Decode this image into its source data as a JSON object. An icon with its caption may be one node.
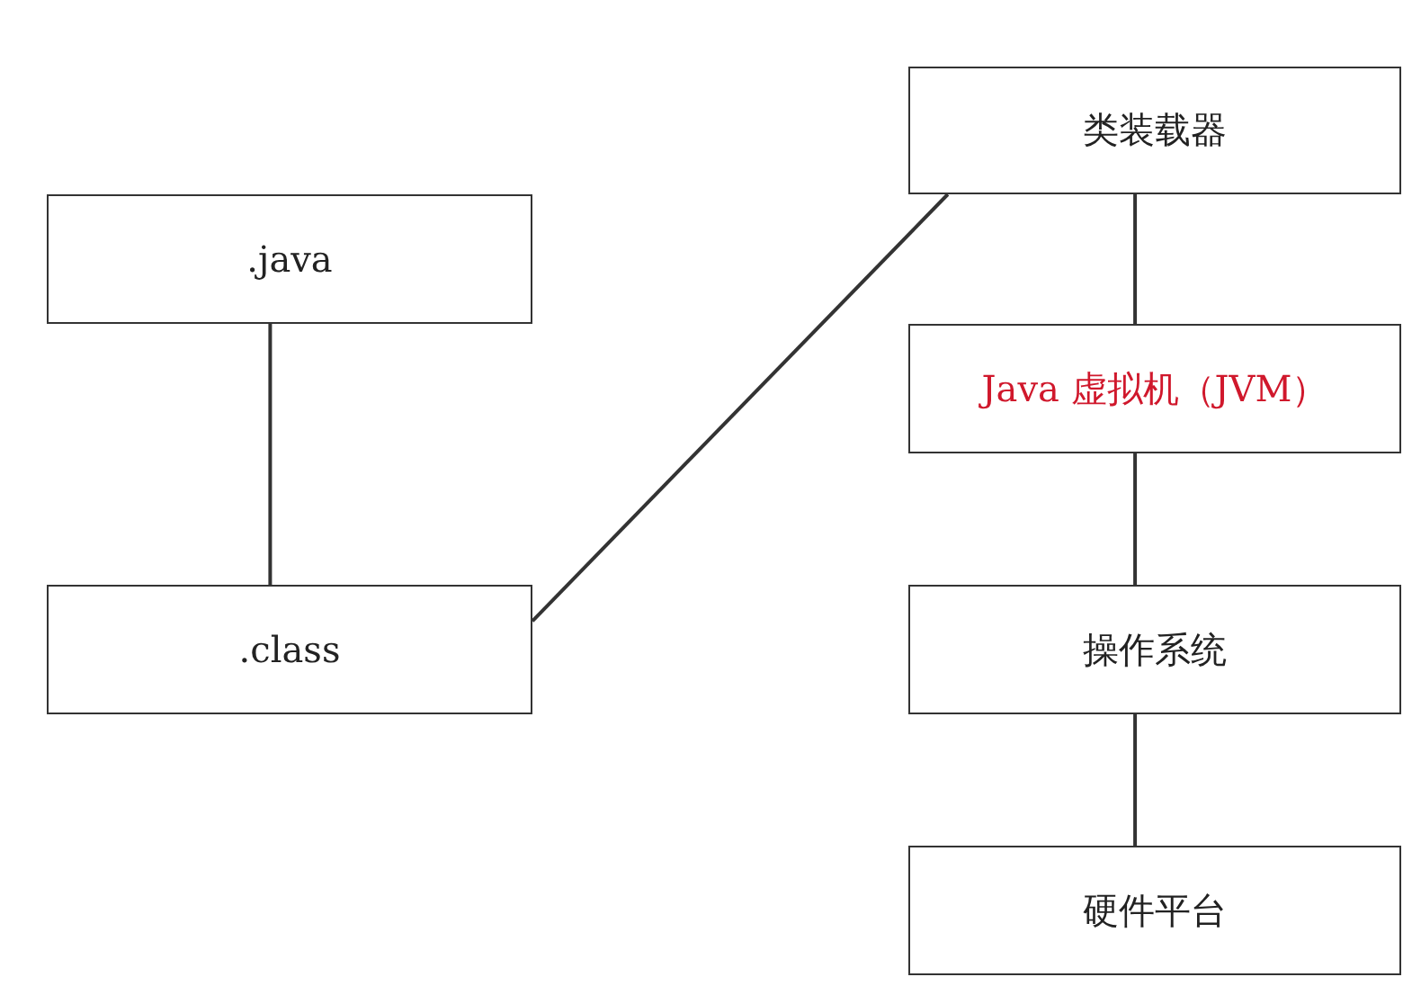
{
  "diagram": {
    "nodes": [
      {
        "text": [
          ".java"
        ]
      },
      {
        "text": [
          ".class"
        ]
      },
      {
        "text": [
          "类装载器"
        ]
      },
      {
        "text": [
          "Java 虚拟机（JVM）"
        ]
      },
      {
        "text": [
          "操作系统"
        ]
      },
      {
        "text": [
          "硬件平台"
        ]
      }
    ],
    "edges": [
      {
        "from": 0,
        "to": 1,
        "arrow": "none"
      },
      {
        "from": 1,
        "to": 2,
        "arrow": "none"
      },
      {
        "from": 2,
        "to": 3,
        "arrow": "none"
      },
      {
        "from": 3,
        "to": 4,
        "arrow": "none"
      },
      {
        "from": 4,
        "to": 5,
        "arrow": "none"
      }
    ]
  }
}
